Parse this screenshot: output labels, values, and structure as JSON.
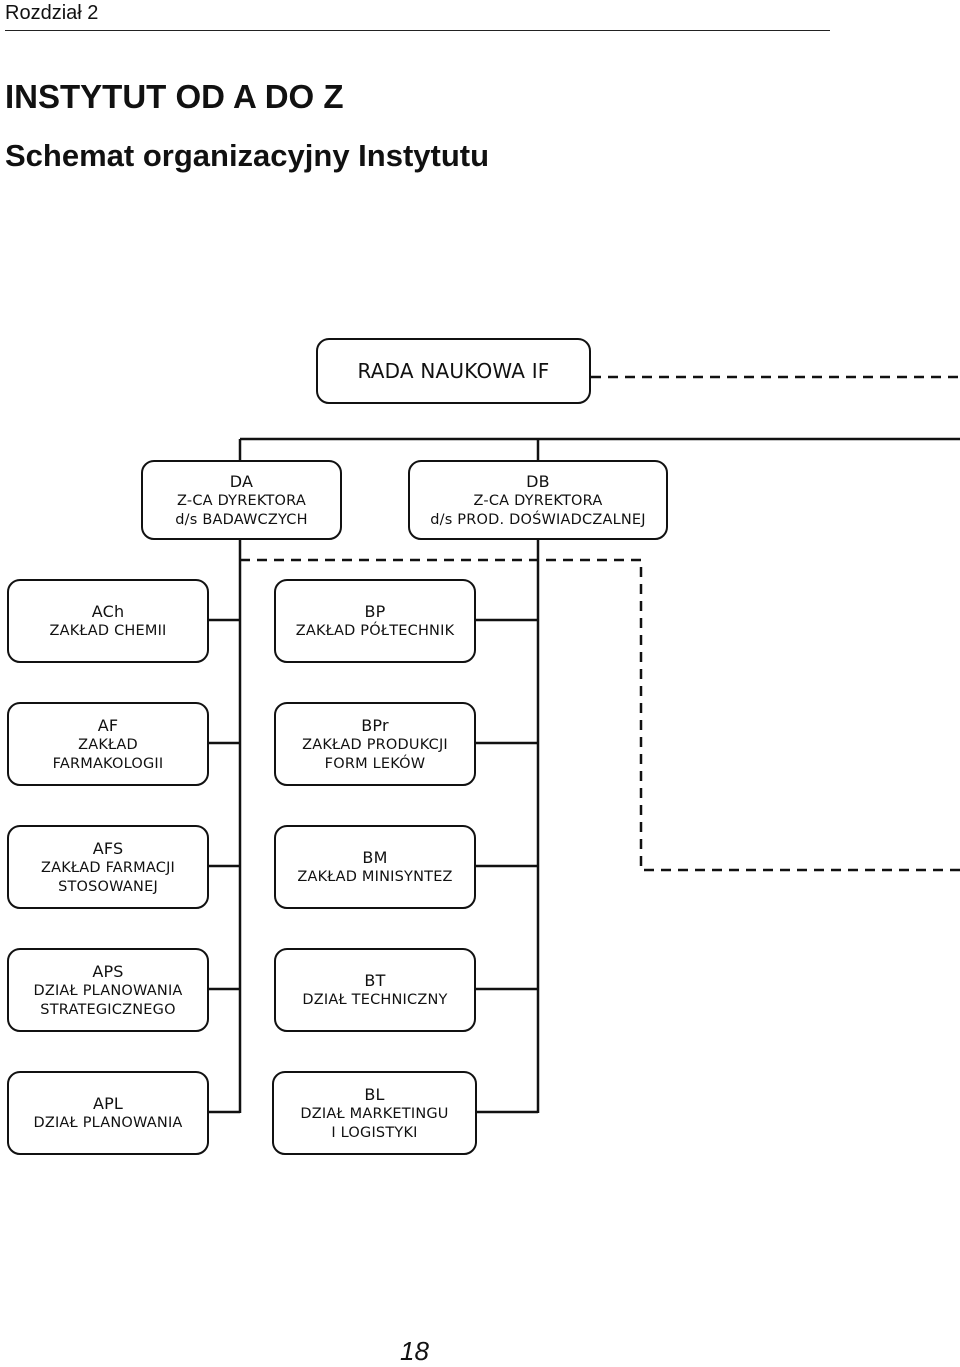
{
  "header": {
    "chapter": "Rozdział 2",
    "title": "INSTYTUT OD A DO Z",
    "subtitle": "Schemat organizacyjny Instytutu"
  },
  "chart": {
    "rada": "RADA NAUKOWA IF",
    "da": {
      "code": "DA",
      "line1": "Z-CA DYREKTORA",
      "line2": "d/s BADAWCZYCH"
    },
    "db": {
      "code": "DB",
      "line1": "Z-CA DYREKTORA",
      "line2": "d/s PROD. DOŚWIADCZALNEJ"
    },
    "left": [
      {
        "code": "ACh",
        "line1": "ZAKŁAD CHEMII",
        "line2": ""
      },
      {
        "code": "AF",
        "line1": "ZAKŁAD",
        "line2": "FARMAKOLOGII"
      },
      {
        "code": "AFS",
        "line1": "ZAKŁAD FARMACJI",
        "line2": "STOSOWANEJ"
      },
      {
        "code": "APS",
        "line1": "DZIAŁ PLANOWANIA",
        "line2": "STRATEGICZNEGO"
      },
      {
        "code": "APL",
        "line1": "DZIAŁ PLANOWANIA",
        "line2": ""
      }
    ],
    "right": [
      {
        "code": "BP",
        "line1": "ZAKŁAD PÓŁTECHNIK",
        "line2": ""
      },
      {
        "code": "BPr",
        "line1": "ZAKŁAD PRODUKCJI",
        "line2": "FORM LEKÓW"
      },
      {
        "code": "BM",
        "line1": "ZAKŁAD MINISYNTEZ",
        "line2": ""
      },
      {
        "code": "BT",
        "line1": "DZIAŁ TECHNICZNY",
        "line2": ""
      },
      {
        "code": "BL",
        "line1": "DZIAŁ MARKETINGU",
        "line2": "I LOGISTYKI"
      }
    ]
  },
  "footer": {
    "page": "18"
  }
}
